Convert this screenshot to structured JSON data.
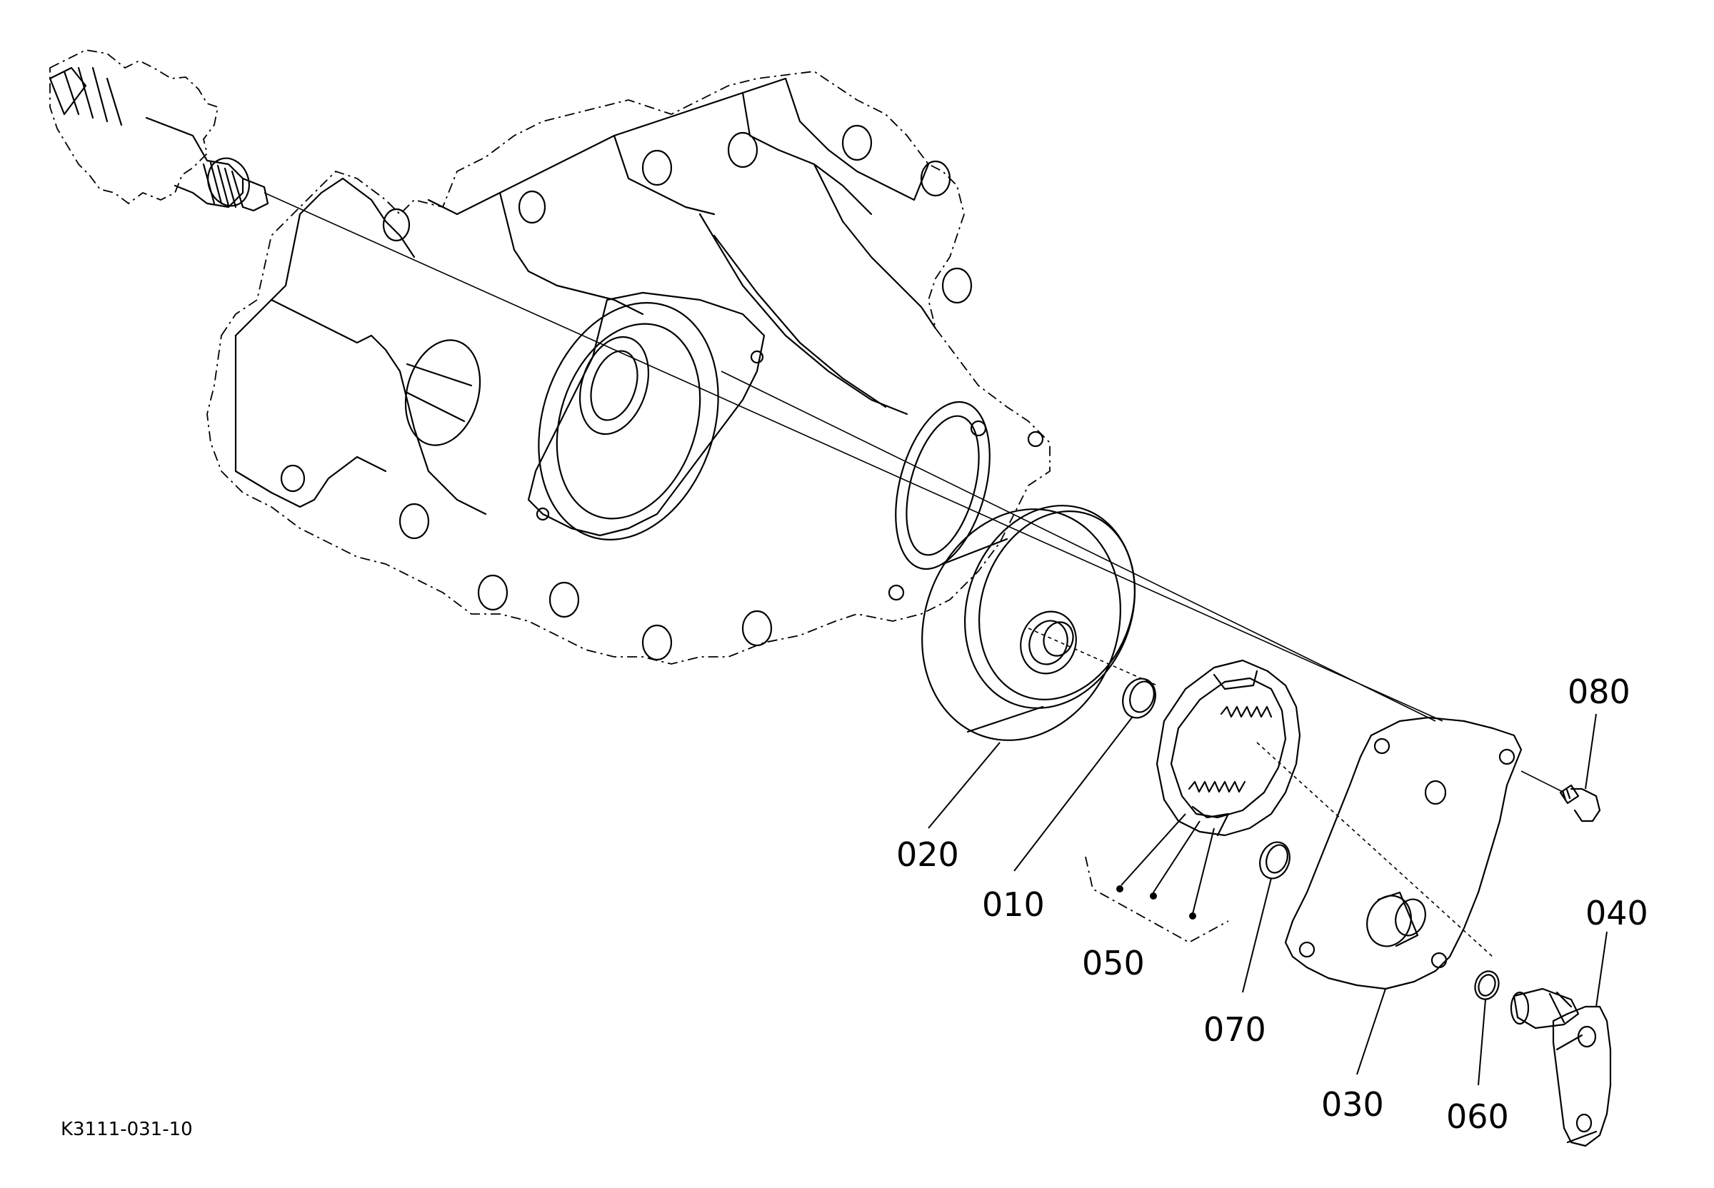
{
  "drawing_ref": "K3111-031-10",
  "parts": [
    {
      "id": "p010",
      "label": "010"
    },
    {
      "id": "p020",
      "label": "020"
    },
    {
      "id": "p030",
      "label": "030"
    },
    {
      "id": "p040",
      "label": "040"
    },
    {
      "id": "p050",
      "label": "050"
    },
    {
      "id": "p060",
      "label": "060"
    },
    {
      "id": "p070",
      "label": "070"
    },
    {
      "id": "p080",
      "label": "080"
    }
  ]
}
